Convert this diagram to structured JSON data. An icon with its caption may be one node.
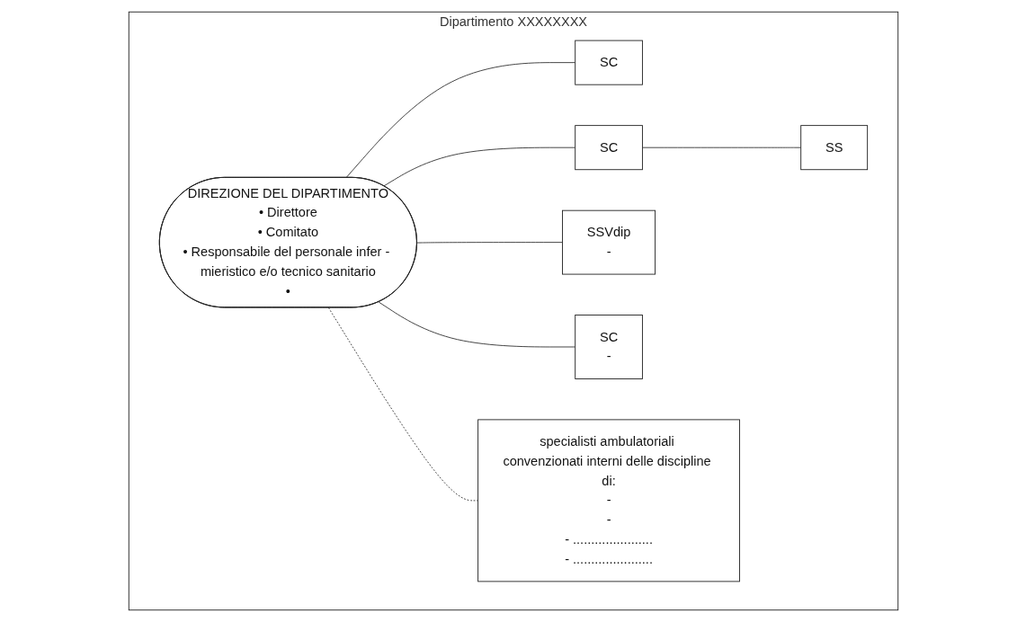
{
  "diagram": {
    "nodes": [
      {
        "text": [
          "Dipartimento XXXXXXXX"
        ]
      },
      {
        "text": [
          "DIREZIONE DEL DIPARTIMENTO",
          "• Direttore",
          "• Comitato",
          "• Responsabile del personale infer - mieristico e/o tecnico sanitario",
          "•"
        ],
        "in": 0
      },
      {
        "text": [
          "SC"
        ],
        "in": 0
      },
      {
        "text": [
          "SC"
        ],
        "in": 0
      },
      {
        "text": [
          "SS"
        ],
        "in": 0
      },
      {
        "text": [
          "SSVdip",
          "-"
        ],
        "in": 0
      },
      {
        "text": [
          "SC",
          "-"
        ],
        "in": 0
      },
      {
        "text": [
          "specialisti ambulatoriali convenzionati interni delle discipline di:",
          "-",
          "-",
          "- ......................",
          "- ......................"
        ],
        "in": 0
      }
    ],
    "edges": [
      {
        "from": 1,
        "to": 2,
        "arrow": "none"
      },
      {
        "from": 1,
        "to": 3,
        "arrow": "none"
      },
      {
        "from": 3,
        "to": 4,
        "arrow": "none"
      },
      {
        "from": 1,
        "to": 5,
        "arrow": "none"
      },
      {
        "from": 1,
        "to": 6,
        "arrow": "none"
      },
      {
        "from": 1,
        "to": 7,
        "arrow": "none",
        "style": "dashed"
      }
    ]
  }
}
